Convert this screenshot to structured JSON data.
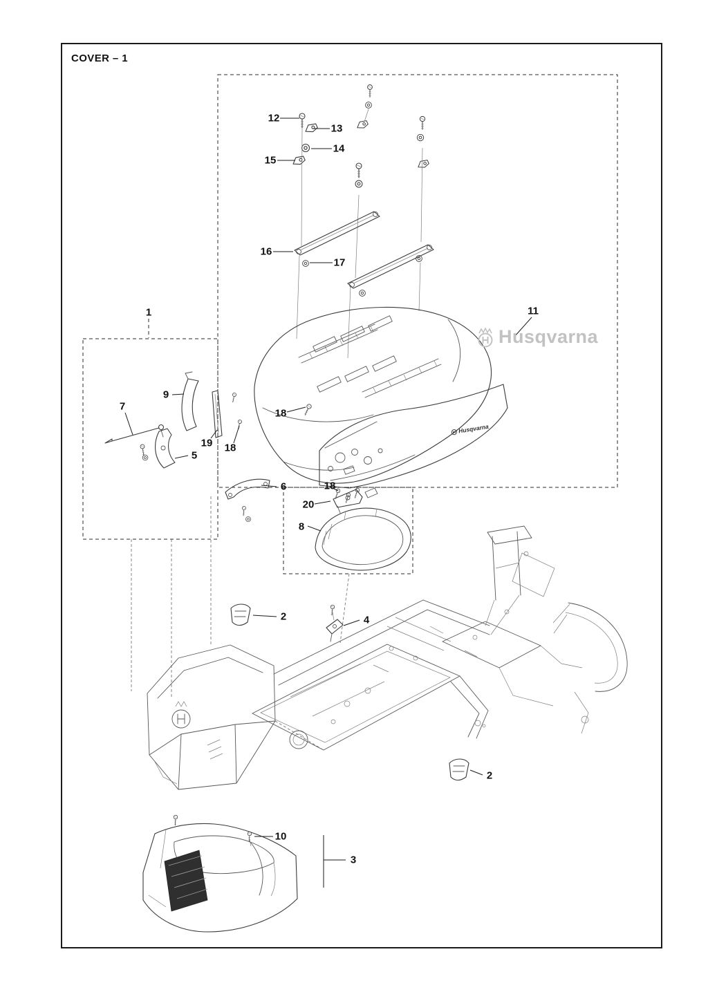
{
  "page": {
    "title": "COVER – 1",
    "watermark": "Husqvarna",
    "cover_brand": "Husqvarna",
    "logo_letter": "H"
  },
  "colors": {
    "line": "#3a3a3a",
    "watermark": "#c2c2c2"
  },
  "callouts": [
    {
      "label": "12"
    },
    {
      "label": "13"
    },
    {
      "label": "14"
    },
    {
      "label": "15"
    },
    {
      "label": "16"
    },
    {
      "label": "17"
    },
    {
      "label": "1"
    },
    {
      "label": "11"
    },
    {
      "label": "9"
    },
    {
      "label": "18"
    },
    {
      "label": "7"
    },
    {
      "label": "5"
    },
    {
      "label": "19"
    },
    {
      "label": "18"
    },
    {
      "label": "6"
    },
    {
      "label": "18"
    },
    {
      "label": "20"
    },
    {
      "label": "8"
    },
    {
      "label": "2"
    },
    {
      "label": "4"
    },
    {
      "label": "2"
    },
    {
      "label": "10"
    },
    {
      "label": "3"
    }
  ]
}
